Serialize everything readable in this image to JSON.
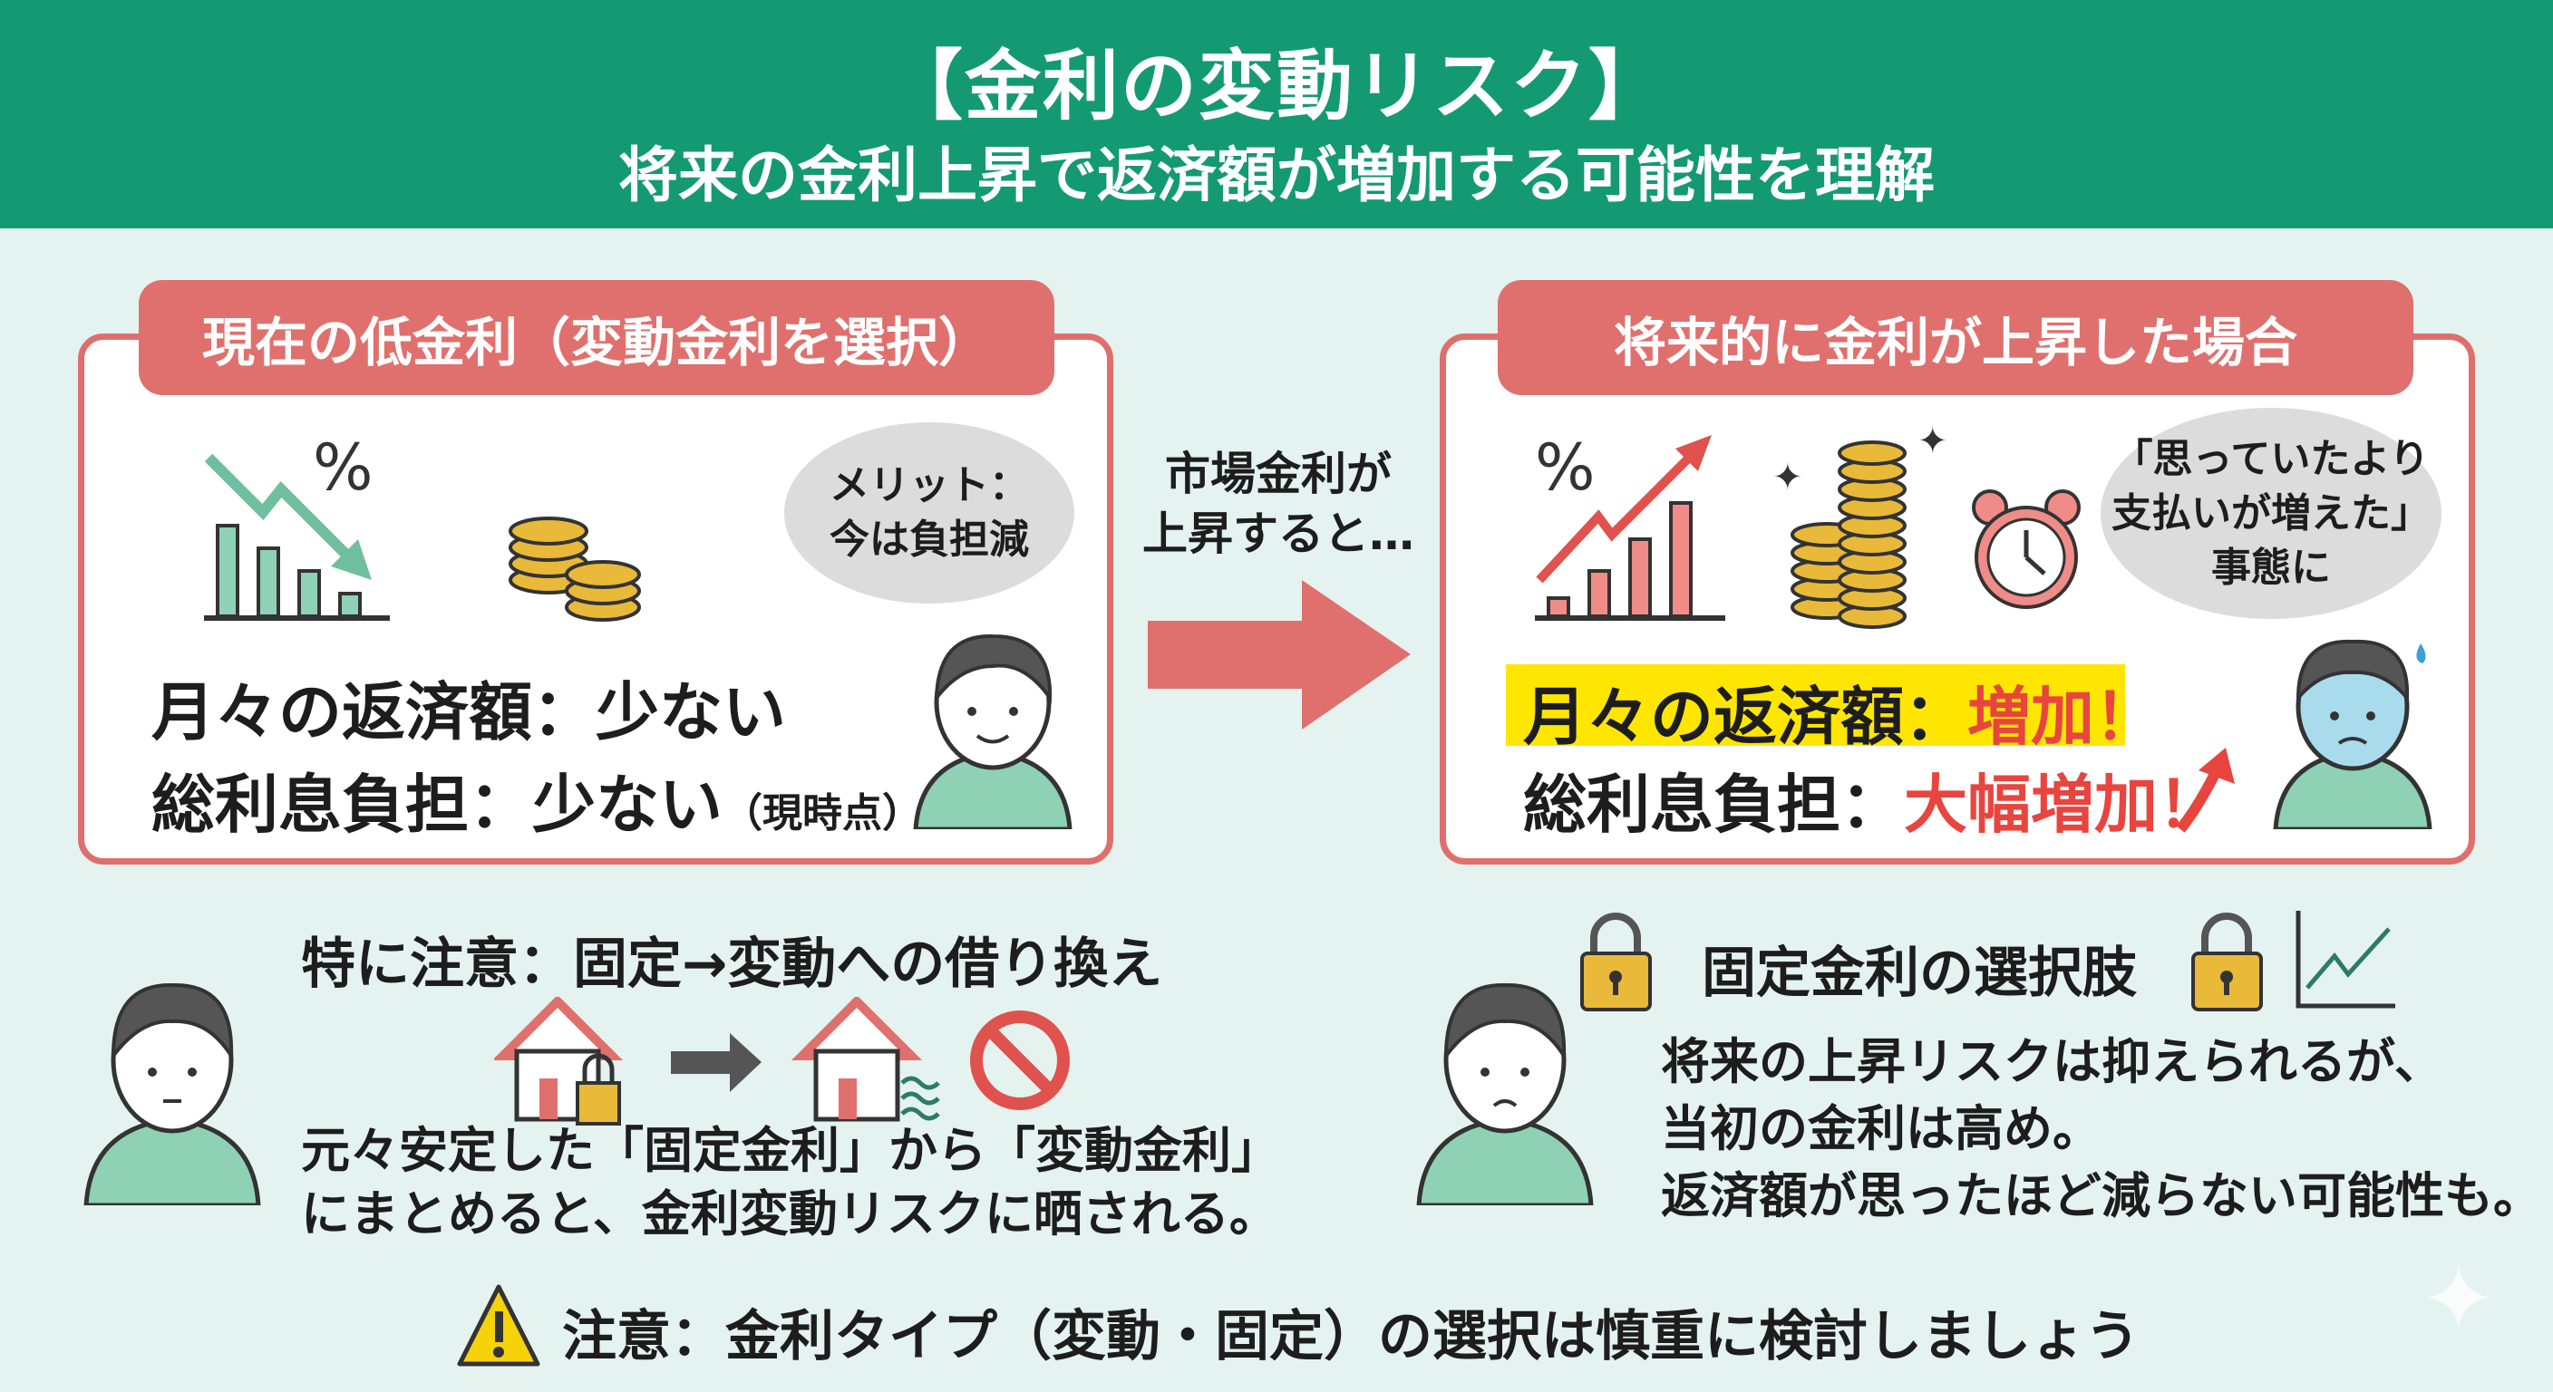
{
  "header": {
    "title": "【金利の変動リスク】",
    "subtitle": "将来の金利上昇で返済額が増加する可能性を理解"
  },
  "left_card": {
    "heading": "現在の低金利（変動金利を選択）",
    "bubble": [
      "メリット：",
      "今は負担減"
    ],
    "monthly_label": "月々の返済額：",
    "monthly_value": "少ない",
    "interest_label": "総利息負担：",
    "interest_value": "少ない",
    "interest_note": "（現時点）"
  },
  "transition": [
    "市場金利が",
    "上昇すると…"
  ],
  "right_card": {
    "heading": "将来的に金利が上昇した場合",
    "bubble": [
      "「思っていたより",
      "支払いが増えた」",
      "事態に"
    ],
    "monthly_label": "月々の返済額：",
    "monthly_value": "増加！",
    "interest_label": "総利息負担：",
    "interest_value": "大幅増加！"
  },
  "refinance": {
    "title": "特に注意：固定→変動への借り換え",
    "lines": [
      "元々安定した「固定金利」から「変動金利」",
      "にまとめると、金利変動リスクに晒される。"
    ]
  },
  "fixed": {
    "title": "固定金利の選択肢",
    "lines": [
      "将来の上昇リスクは抑えられるが、",
      "当初の金利は高め。",
      "返済額が思ったほど減らない可能性も。"
    ]
  },
  "warning": "注意：金利タイプ（変動・固定）の選択は慎重に検討しましょう",
  "colors": {
    "green": "#149a72",
    "red": "#e0706d",
    "mint": "#7cc4a4",
    "yellow": "#ffe600"
  }
}
